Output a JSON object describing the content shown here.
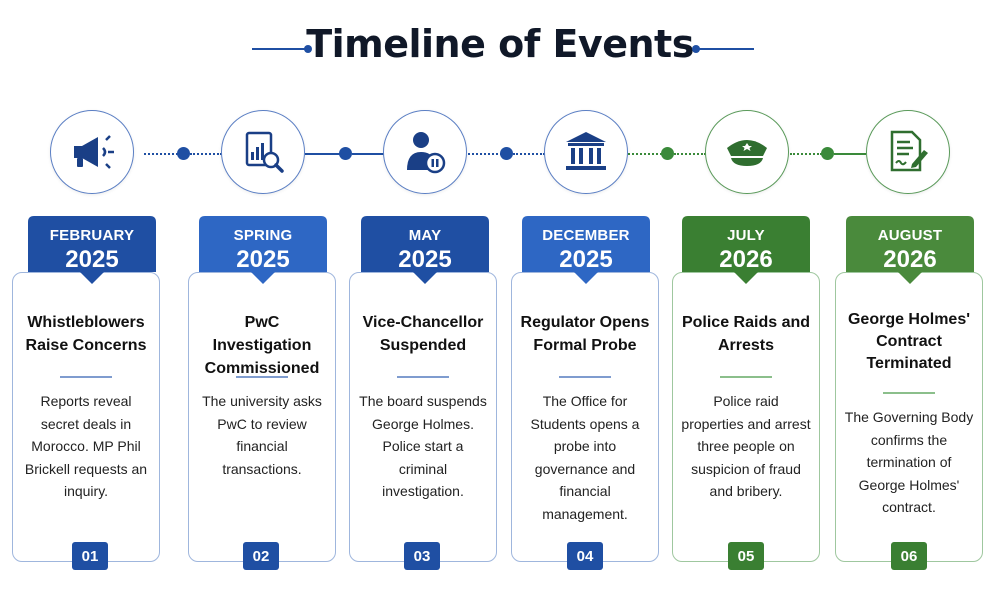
{
  "title": "Timeline of Events",
  "colors": {
    "blue": "#1f4fa3",
    "blue_light": "#2e67c4",
    "green": "#3a7f32",
    "green_light": "#4a9a3c"
  },
  "events": [
    {
      "number": "01",
      "month": "FEBRUARY",
      "year": "2025",
      "title": "Whistleblowers Raise Concerns",
      "body": "Reports reveal secret deals in Morocco. MP Phil Brickell requests an inquiry.",
      "icon": "megaphone-icon",
      "color": "blue"
    },
    {
      "number": "02",
      "month": "SPRING",
      "year": "2025",
      "title": "PwC Investigation Commissioned",
      "body": "The university asks PwC to review financial transactions.",
      "icon": "report-magnifier-icon",
      "color": "blue"
    },
    {
      "number": "03",
      "month": "MAY",
      "year": "2025",
      "title": "Vice-Chancellor Suspended",
      "body": "The board suspends George Holmes. Police start a criminal investigation.",
      "icon": "person-paused-icon",
      "color": "blue"
    },
    {
      "number": "04",
      "month": "DECEMBER",
      "year": "2025",
      "title": "Regulator Opens Formal Probe",
      "body": "The Office for Students opens a probe into governance and financial management.",
      "icon": "institution-building-icon",
      "color": "blue"
    },
    {
      "number": "05",
      "month": "JULY",
      "year": "2026",
      "title": "Police Raids and Arrests",
      "body": "Police raid properties and arrest three people on suspicion of fraud and bribery.",
      "icon": "police-cap-icon",
      "color": "green"
    },
    {
      "number": "06",
      "month": "AUGUST",
      "year": "2026",
      "title": "George Holmes' Contract Terminated",
      "body": "The Governing Body confirms the termination of George Holmes' contract.",
      "icon": "signed-document-icon",
      "color": "green"
    }
  ]
}
